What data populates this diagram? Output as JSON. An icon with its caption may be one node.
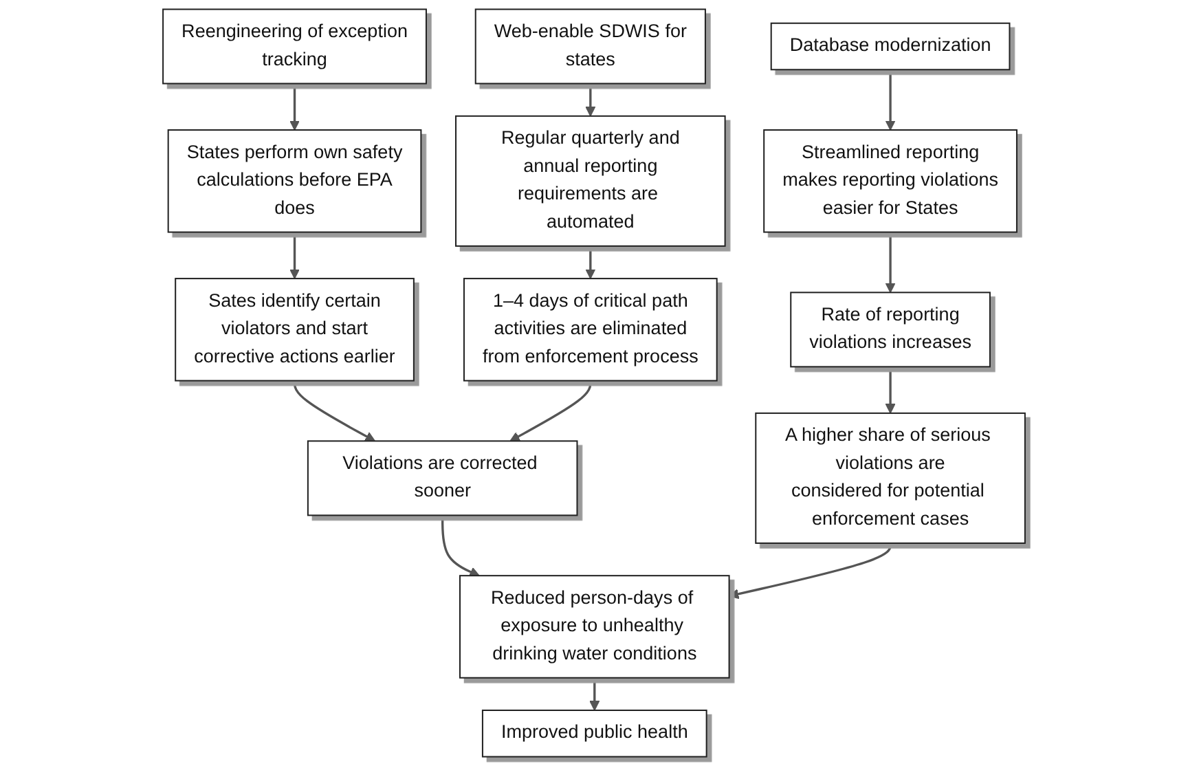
{
  "diagram": {
    "nodes": [
      {
        "text": [
          "Reengineering of exception tracking"
        ]
      },
      {
        "text": [
          "Web-enable SDWIS for states"
        ]
      },
      {
        "text": [
          "Database modernization"
        ]
      },
      {
        "text": [
          "States perform own safety calculations before EPA does"
        ]
      },
      {
        "text": [
          "Regular quarterly and annual reporting requirements are automated"
        ]
      },
      {
        "text": [
          "Streamlined reporting makes reporting violations easier for States"
        ]
      },
      {
        "text": [
          "Sates identify certain violators and start corrective actions earlier"
        ]
      },
      {
        "text": [
          "1–4 days of critical path activities are eliminated from enforcement process"
        ]
      },
      {
        "text": [
          "Rate of reporting violations increases"
        ]
      },
      {
        "text": [
          "Violations are corrected sooner"
        ]
      },
      {
        "text": [
          "A higher share of serious violations are considered for potential enforcement cases"
        ]
      },
      {
        "text": [
          "Reduced person-days of exposure to unhealthy drinking water conditions"
        ]
      },
      {
        "text": [
          "Improved public health"
        ]
      }
    ],
    "edges": [
      {
        "from": 0,
        "to": 3,
        "arrow": "to"
      },
      {
        "from": 1,
        "to": 4,
        "arrow": "to"
      },
      {
        "from": 2,
        "to": 5,
        "arrow": "to"
      },
      {
        "from": 3,
        "to": 6,
        "arrow": "to"
      },
      {
        "from": 4,
        "to": 7,
        "arrow": "to"
      },
      {
        "from": 5,
        "to": 8,
        "arrow": "to"
      },
      {
        "from": 6,
        "to": 9,
        "arrow": "to"
      },
      {
        "from": 7,
        "to": 9,
        "arrow": "to"
      },
      {
        "from": 8,
        "to": 10,
        "arrow": "to"
      },
      {
        "from": 9,
        "to": 11,
        "arrow": "to"
      },
      {
        "from": 10,
        "to": 11,
        "arrow": "to"
      },
      {
        "from": 11,
        "to": 12,
        "arrow": "to"
      }
    ]
  }
}
